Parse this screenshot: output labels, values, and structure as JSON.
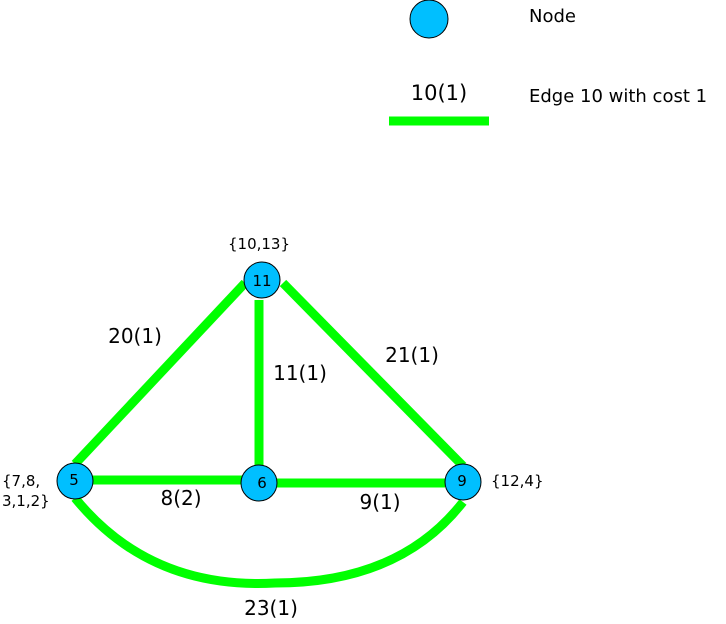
{
  "colors": {
    "node_fill": "#00bfff",
    "edge_stroke": "#00ff00",
    "outline": "#000000"
  },
  "legend": {
    "node_text": "Node",
    "edge_label": "10(1)",
    "edge_text": "Edge 10 with cost 1"
  },
  "nodes": [
    {
      "id": "11",
      "set_lines": [
        "{10,13}"
      ]
    },
    {
      "id": "5",
      "set_lines": [
        "{7,8,",
        "3,1,2}"
      ]
    },
    {
      "id": "6",
      "set_lines": []
    },
    {
      "id": "9",
      "set_lines": [
        "{12,4}"
      ]
    }
  ],
  "edges": [
    {
      "label": "20(1)",
      "from": "5",
      "to": "11"
    },
    {
      "label": "11(1)",
      "from": "11",
      "to": "6"
    },
    {
      "label": "21(1)",
      "from": "11",
      "to": "9"
    },
    {
      "label": "8(2)",
      "from": "5",
      "to": "6"
    },
    {
      "label": "9(1)",
      "from": "6",
      "to": "9"
    },
    {
      "label": "23(1)",
      "from": "5",
      "to": "9"
    }
  ]
}
